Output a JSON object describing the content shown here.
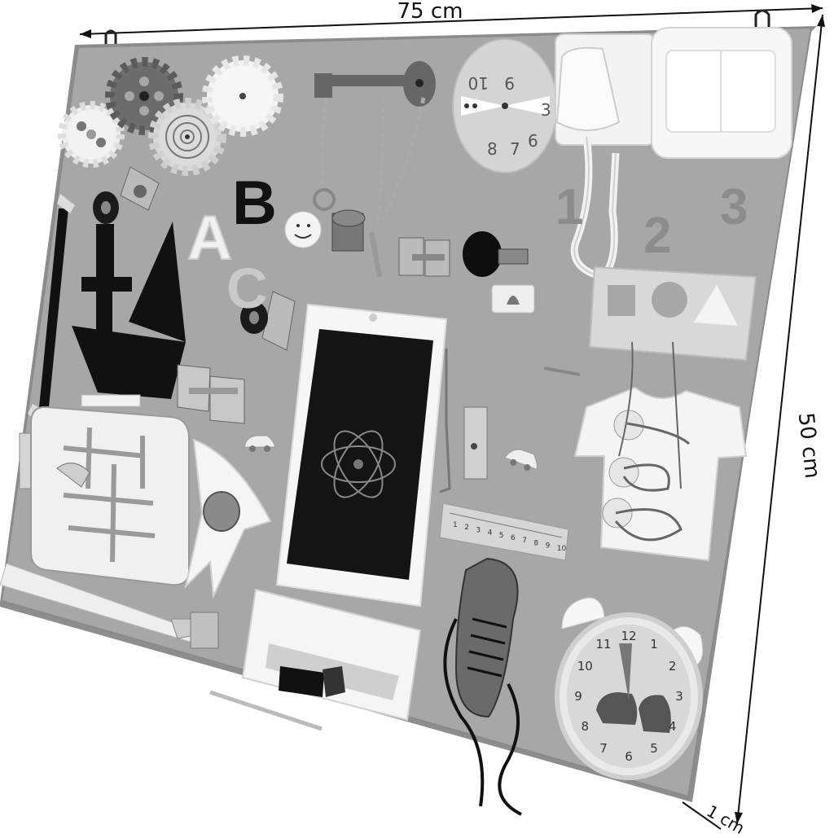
{
  "dimensions": {
    "width_label": "75 cm",
    "height_label": "50 cm",
    "depth_label": "1 cm"
  },
  "letters": [
    "A",
    "B",
    "C"
  ],
  "numbers": [
    "1",
    "2",
    "3"
  ],
  "dial_numbers": [
    "9",
    "10",
    "6",
    "7",
    "8",
    "3"
  ],
  "clock_numbers": [
    "12",
    "1",
    "2",
    "3",
    "4",
    "5",
    "6",
    "7",
    "8",
    "9",
    "10",
    "11"
  ],
  "ruler_numbers": [
    "1",
    "2",
    "3",
    "4",
    "5",
    "6",
    "7",
    "8",
    "9",
    "10"
  ],
  "colors": {
    "board": "#a7a7a7",
    "board_edge": "#8d8d8d",
    "dark_piece": "#111111",
    "light_piece": "#f3f3f3"
  }
}
